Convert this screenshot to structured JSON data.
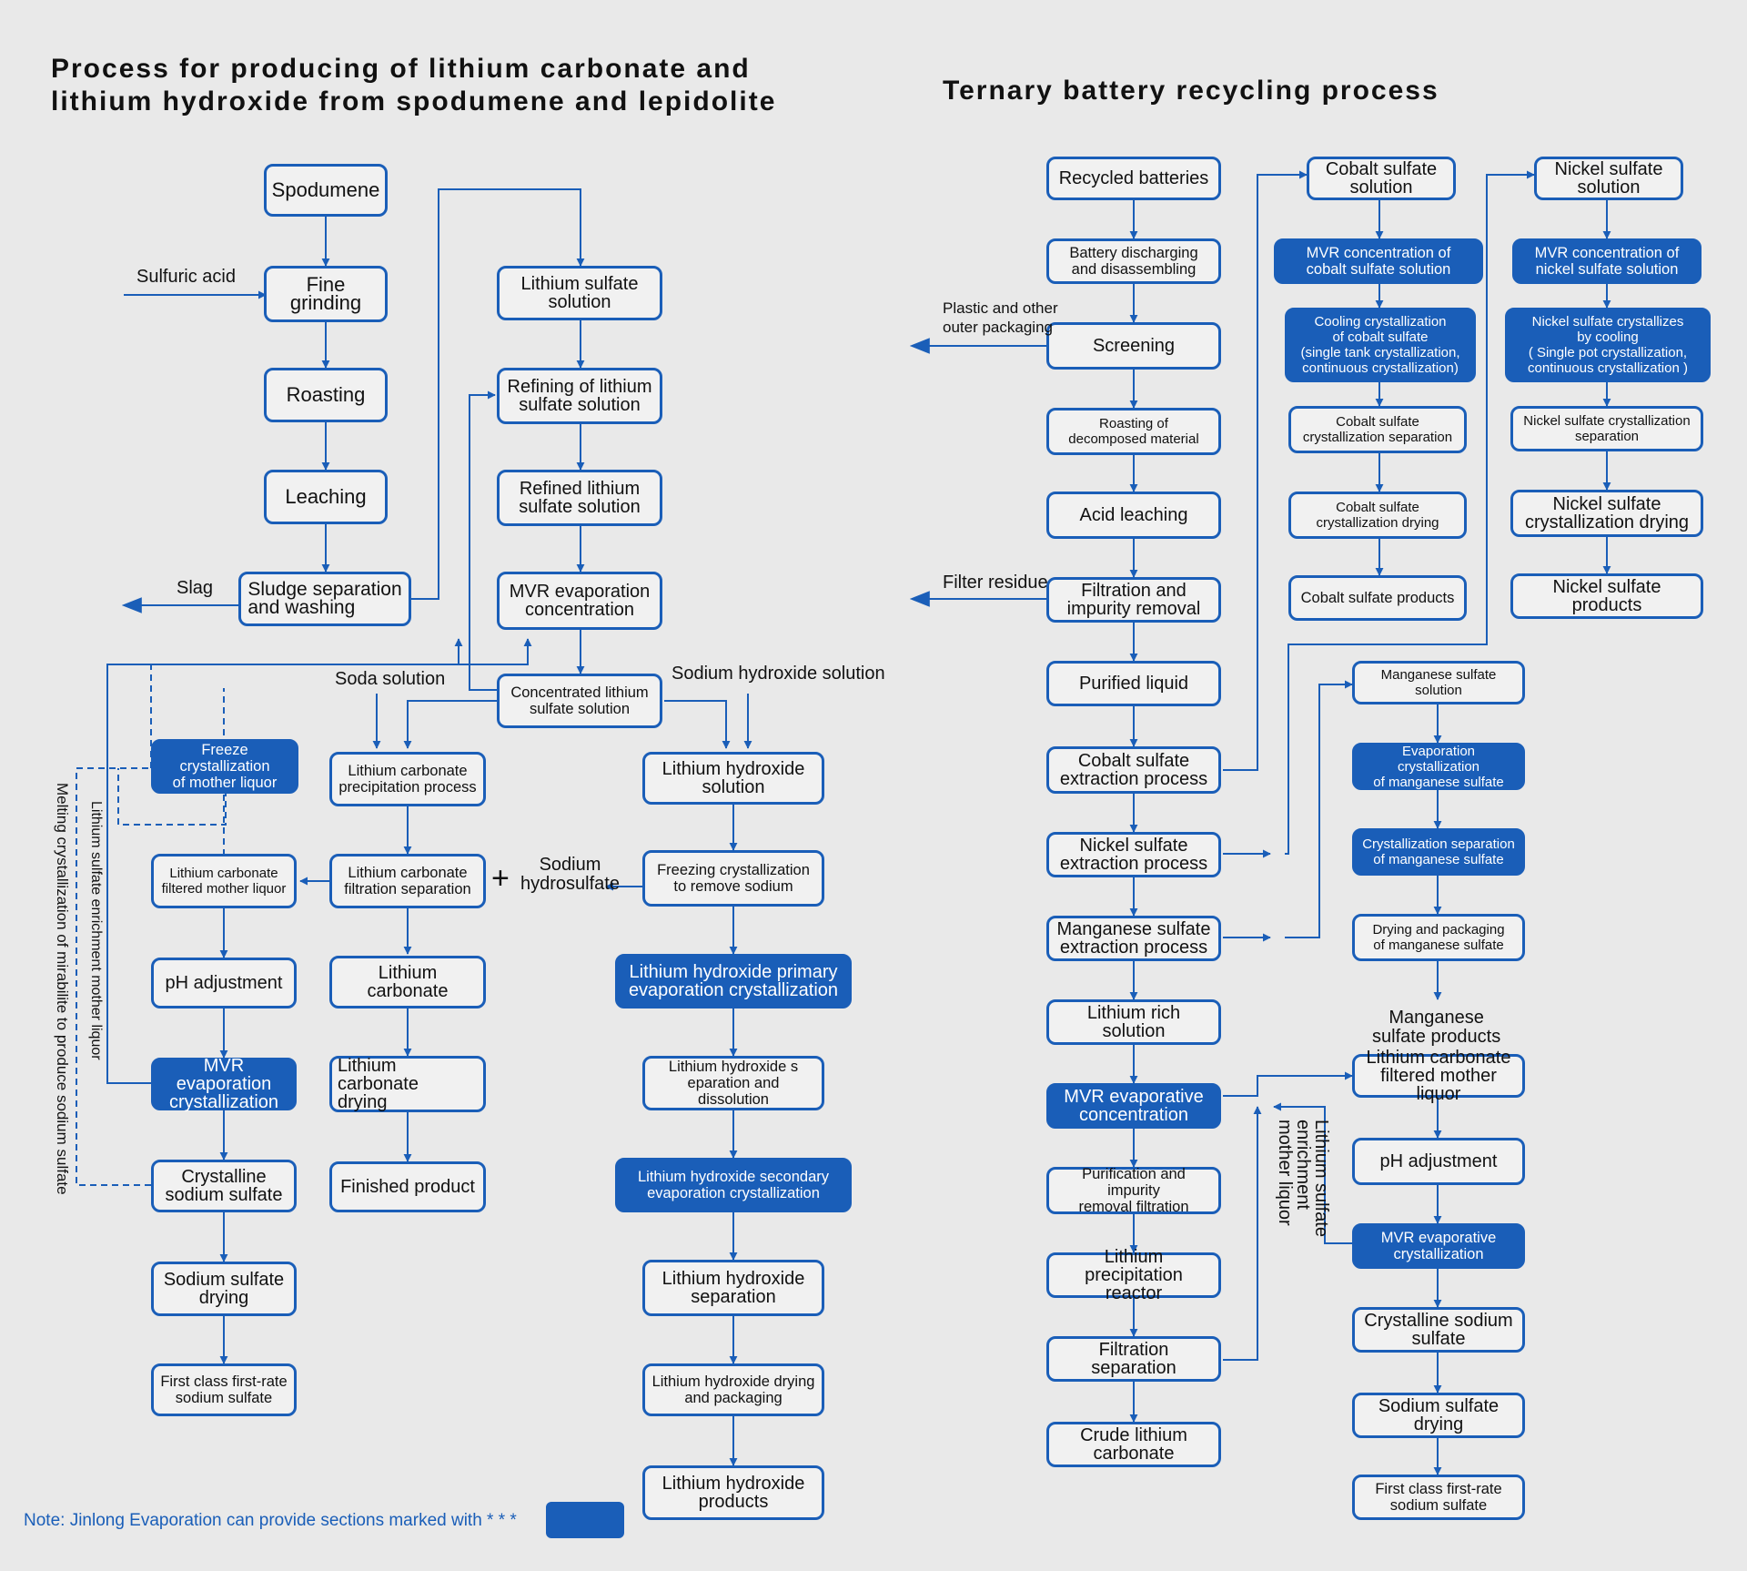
{
  "left": {
    "title_line1": "Process for producing of lithium carbonate and",
    "title_line2": "lithium hydroxide from spodumene and lepidolite",
    "boxes": {
      "spodumene": "Spodumene",
      "fine_grinding": "Fine grinding",
      "roasting": "Roasting",
      "leaching": "Leaching",
      "sludge": "Sludge separation\nand washing",
      "li_sulfate_sol": "Lithium sulfate\nsolution",
      "refining": "Refining of lithium\nsulfate solution",
      "refined": "Refined lithium\nsulfate solution",
      "mvr_evap": "MVR evaporation\nconcentration",
      "conc_li_sulfate": "Concentrated lithium\nsulfate solution",
      "freeze_mother": "Freeze crystallization\nof mother liquor",
      "li_carb_precip": "Lithium carbonate\nprecipitation process",
      "li_carb_filtered": "Lithium carbonate\nfiltered mother liquor",
      "li_carb_filtration": "Lithium carbonate\nfiltration separation",
      "ph_adj": "pH adjustment",
      "li_carb": "Lithium carbonate",
      "mvr_cryst": "MVR evaporation\ncrystallization",
      "li_carb_drying": "Lithium carbonate\ndrying",
      "cryst_na_sulfate": "Crystalline\nsodium sulfate",
      "finished": "Finished product",
      "na_sulfate_drying": "Sodium sulfate\ndrying",
      "first_class": "First class first-rate\nsodium sulfate",
      "lioh_sol": "Lithium hydroxide\nsolution",
      "freezing_na": "Freezing crystallization\nto remove sodium",
      "lioh_primary": "Lithium hydroxide primary\nevaporation crystallization",
      "lioh_sep_diss": "Lithium hydroxide s\neparation and dissolution",
      "lioh_secondary": "Lithium hydroxide secondary\nevaporation crystallization",
      "lioh_sep": "Lithium hydroxide\nseparation",
      "lioh_drying": "Lithium hydroxide drying\nand packaging",
      "lioh_products": "Lithium hydroxide\nproducts"
    },
    "labels": {
      "sulfuric_acid": "Sulfuric acid",
      "slag": "Slag",
      "soda_solution": "Soda solution",
      "naoh_solution": "Sodium hydroxide solution",
      "plus": "+",
      "sodium_hydrosulfate": "Sodium\nhydrosulfate",
      "li_sulfate_enrich": "Lithium sulfate enrichment mother liquor",
      "melting_cryst": "Melting crystallization of mirabilite to produce sodium sulfate"
    },
    "note": "Note: Jinlong Evaporation can provide sections marked with * * *"
  },
  "right": {
    "title": "Ternary battery recycling process",
    "boxes": {
      "recycled": "Recycled batteries",
      "discharging": "Battery discharging\nand disassembling",
      "screening": "Screening",
      "roasting_dec": "Roasting of\ndecomposed material",
      "acid_leaching": "Acid leaching",
      "filtration_imp": "Filtration and\nimpurity removal",
      "purified": "Purified liquid",
      "co_extraction": "Cobalt sulfate\nextraction process",
      "ni_extraction": "Nickel sulfate\nextraction process",
      "mn_extraction": "Manganese sulfate\nextraction process",
      "li_rich": "Lithium rich solution",
      "mvr_evap_conc": "MVR evaporative\nconcentration",
      "purif_imp_filt": "Purification and impurity\nremoval filtration",
      "li_precip_reactor": "Lithium precipitation\nreactor",
      "filtration_sep": "Filtration separation",
      "crude_li_carb": "Crude lithium\ncarbonate",
      "co_sol": "Cobalt sulfate\nsolution",
      "co_mvr": "MVR concentration of\ncobalt sulfate solution",
      "co_cooling": "Cooling crystallization\nof cobalt sulfate\n(single tank crystallization,\ncontinuous crystallization)",
      "co_cryst_sep": "Cobalt sulfate\ncrystallization separation",
      "co_cryst_dry": "Cobalt sulfate\ncrystallization drying",
      "co_products": "Cobalt sulfate products",
      "ni_sol": "Nickel sulfate\nsolution",
      "ni_mvr": "MVR concentration of\nnickel sulfate solution",
      "ni_cooling": "Nickel sulfate crystallizes\nby cooling\n( Single pot crystallization,\ncontinuous crystallization )",
      "ni_cryst_sep": "Nickel sulfate crystallization\nseparation",
      "ni_cryst_dry": "Nickel sulfate\ncrystallization drying",
      "ni_products": "Nickel sulfate products",
      "mn_sol": "Manganese sulfate\nsolution",
      "mn_evap": "Evaporation crystallization\nof manganese sulfate",
      "mn_cryst_sep": "Crystallization separation\nof manganese sulfate",
      "mn_drying": "Drying and packaging\nof manganese sulfate",
      "li_carb_filtered": "Lithium carbonate\nfiltered mother liquor",
      "ph_adj": "pH adjustment",
      "mvr_cryst": "MVR evaporative\ncrystallization",
      "cryst_na": "Crystalline sodium\nsulfate",
      "na_drying": "Sodium sulfate drying",
      "first_class": "First class first-rate\nsodium sulfate"
    },
    "labels": {
      "plastic": "Plastic and other\nouter packaging",
      "filter_residue": "Filter residue",
      "mn_products": "Manganese\nsulfate products",
      "li_sulfate_enrich": "Lithium sulfate\nenrichment\nmother liquor"
    }
  },
  "colors": {
    "accent": "#1a5eb8",
    "background": "#e9e9e9"
  }
}
